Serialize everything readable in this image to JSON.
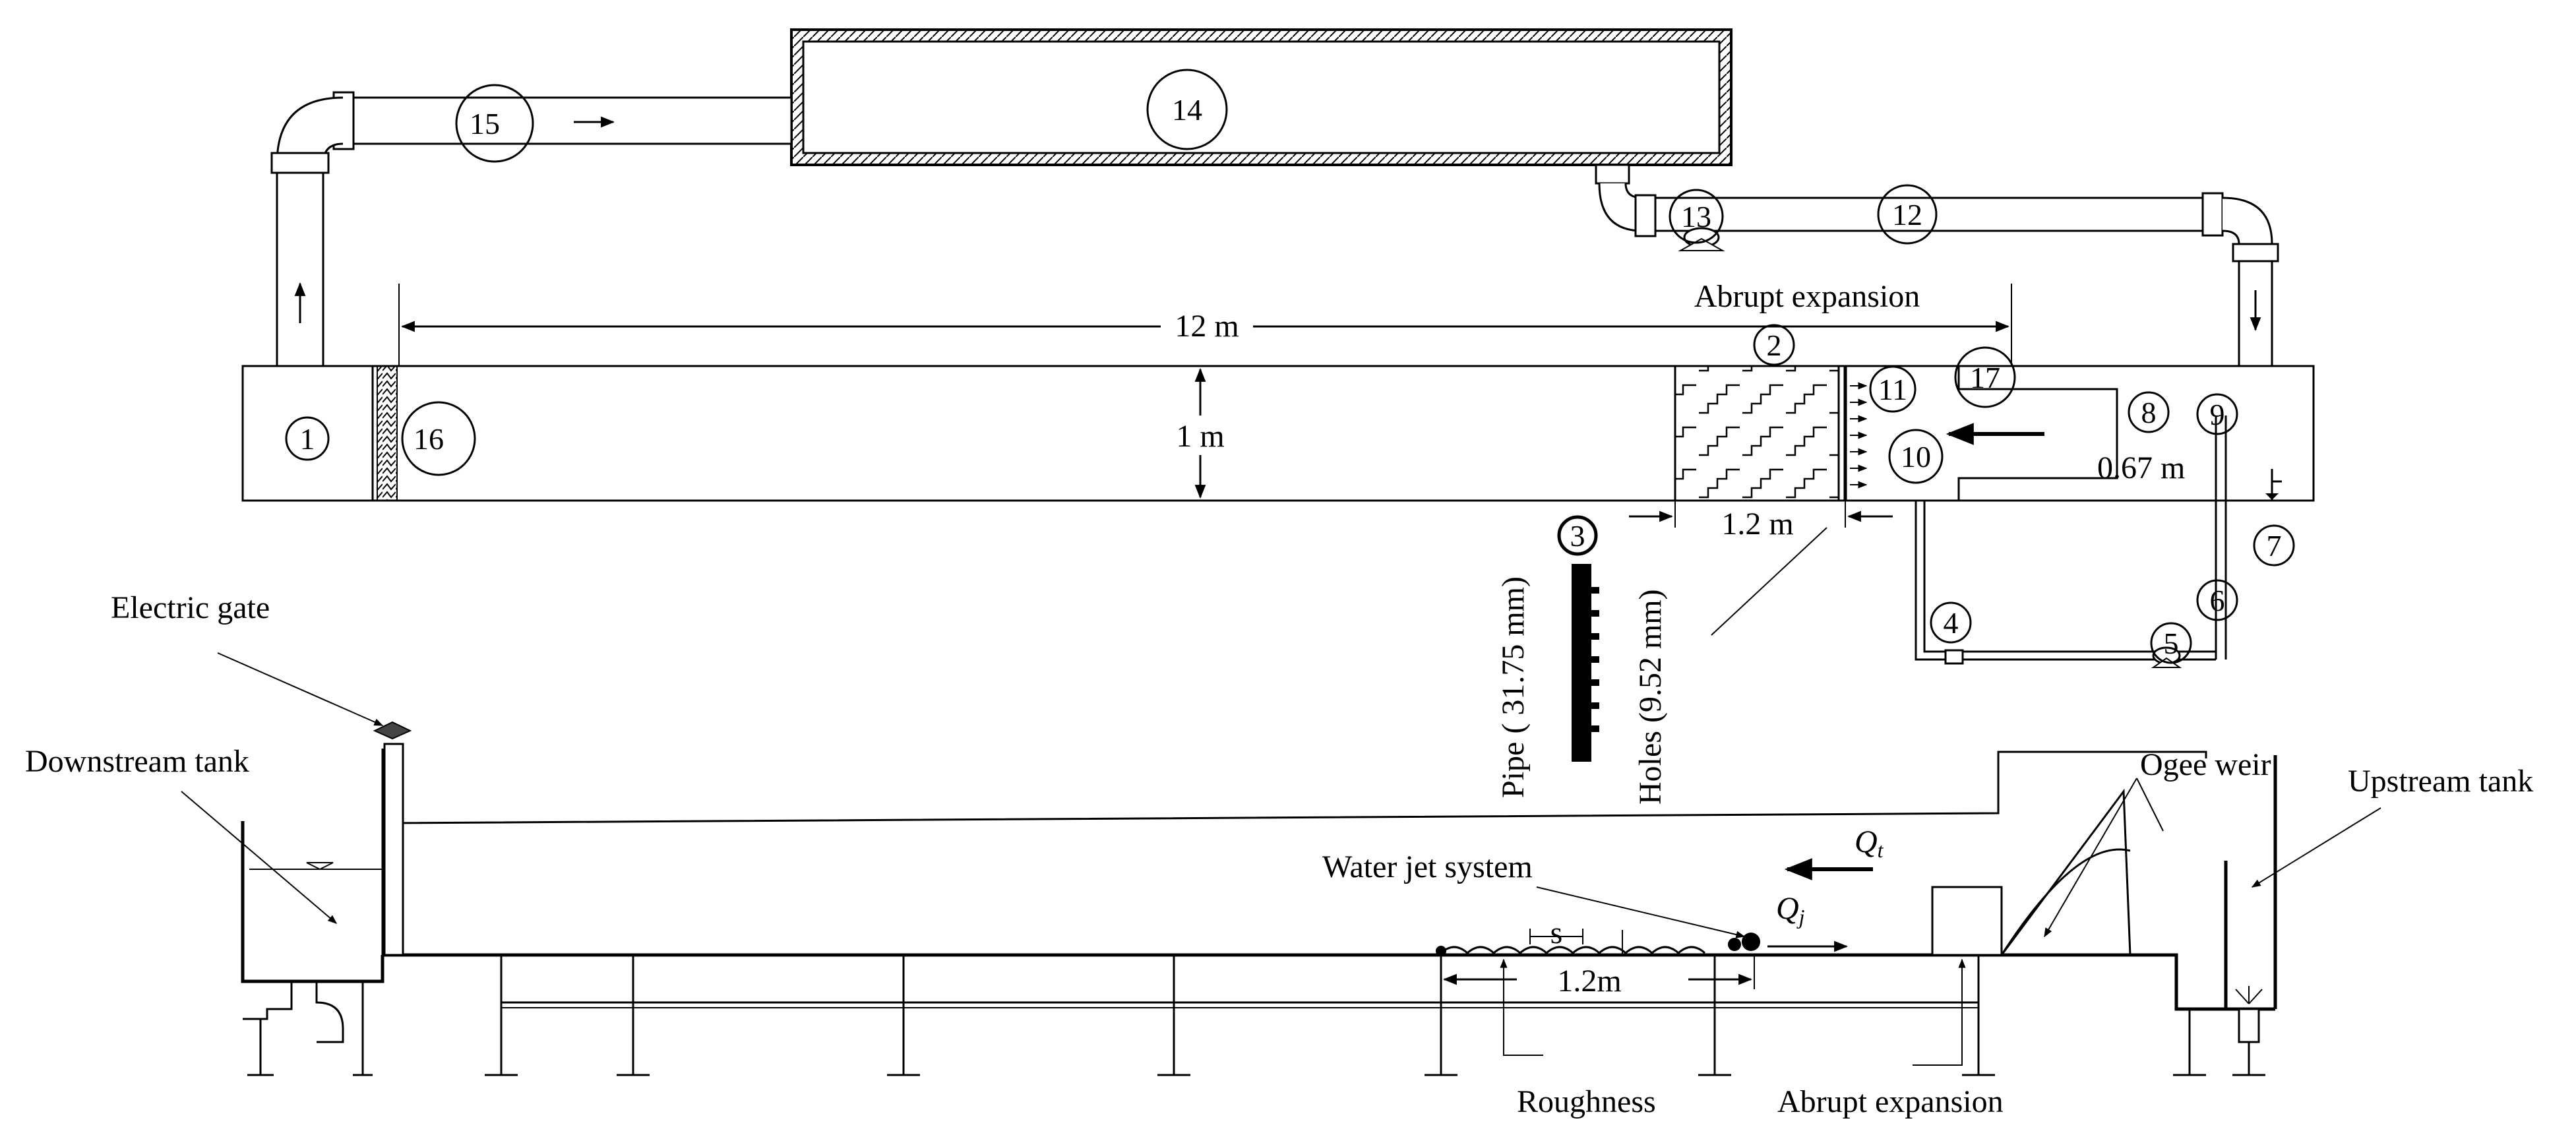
{
  "plan_view": {
    "length_label": "12 m",
    "width_label": "1 m",
    "expansion_label": "Abrupt expansion",
    "jet_length_label": "1.2 m",
    "gate_width_label": "0.67 m",
    "pipe_label": "Pipe ( 31.75 mm)",
    "holes_label": "Holes (9.52  mm)",
    "numbers": {
      "n1": "1",
      "n2": "2",
      "n3": "3",
      "n4": "4",
      "n5": "5",
      "n6": "6",
      "n7": "7",
      "n8": "8",
      "n9": "9",
      "n10": "10",
      "n11": "11",
      "n12": "12",
      "n13": "13",
      "n14": "14",
      "n15": "15",
      "n16": "16",
      "n17": "17"
    }
  },
  "side_view": {
    "electric_gate": "Electric gate",
    "downstream_tank": "Downstream tank",
    "water_jet_system": "Water jet system",
    "ogee_weir": "Ogee weir",
    "upstream_tank": "Upstream tank",
    "qt_label": "Q",
    "qt_sub": "t",
    "qj_label": "Q",
    "qj_sub": "j",
    "spacing_label": "s",
    "roughness_length": "1.2m",
    "roughness": "Roughness",
    "abrupt_expansion": "Abrupt expansion"
  }
}
